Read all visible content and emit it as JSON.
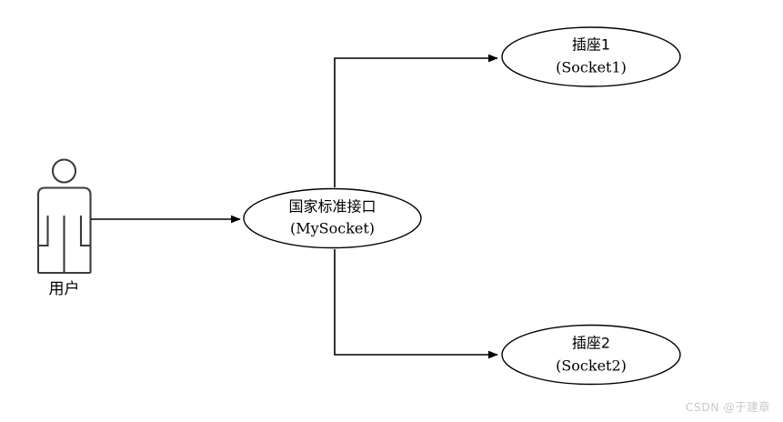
{
  "diagram": {
    "type": "adapter-pattern-use-case",
    "background_color": "#ffffff",
    "stroke_color": "#000000",
    "actor_stroke_color": "#3b3b3b",
    "actor": {
      "label": "用户",
      "icon": "person-actor-icon"
    },
    "nodes": [
      {
        "id": "mysocket",
        "line1": "国家标准接口",
        "line2": "(MySocket)",
        "shape": "ellipse"
      },
      {
        "id": "socket1",
        "line1": "插座1",
        "line2": "(Socket1)",
        "shape": "ellipse"
      },
      {
        "id": "socket2",
        "line1": "插座2",
        "line2": "(Socket2)",
        "shape": "ellipse"
      }
    ],
    "edges": [
      {
        "id": "user-to-mysocket",
        "from": "user",
        "to": "mysocket",
        "style": "straight-arrow"
      },
      {
        "id": "mysocket-to-socket1",
        "from": "mysocket",
        "to": "socket1",
        "style": "orthogonal-arrow"
      },
      {
        "id": "mysocket-to-socket2",
        "from": "mysocket",
        "to": "socket2",
        "style": "orthogonal-arrow"
      }
    ]
  },
  "watermark": {
    "text": "CSDN @于建章",
    "color": "#c8c8c8"
  }
}
